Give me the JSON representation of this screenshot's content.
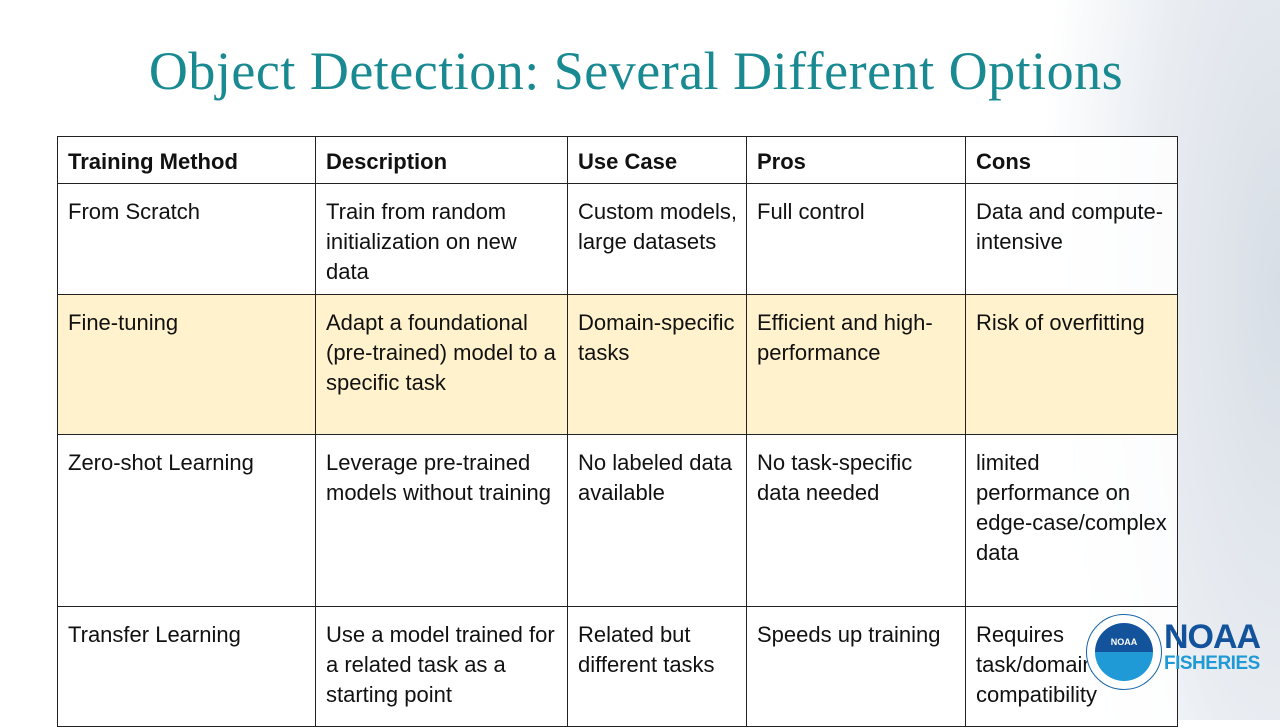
{
  "title": "Object Detection: Several Different Options",
  "table": {
    "headers": [
      "Training Method",
      "Description",
      "Use Case",
      "Pros",
      "Cons"
    ],
    "rows": [
      [
        "From Scratch",
        "Train from random initialization on new data",
        "Custom models, large datasets",
        "Full control",
        "Data and compute-intensive"
      ],
      [
        "Fine-tuning",
        "Adapt a foundational (pre-trained) model to a specific task",
        "Domain-specific tasks",
        "Efficient and high-performance",
        "Risk of overfitting"
      ],
      [
        "Zero-shot Learning",
        "Leverage pre-trained models without training",
        "No labeled data available",
        "No task-specific data needed",
        "limited performance on edge-case/complex data"
      ],
      [
        "Transfer Learning",
        "Use a model trained for a related task as a starting point",
        "Related but different tasks",
        "Speeds up training",
        "Requires task/domain compatibility"
      ]
    ]
  },
  "logo": {
    "seal_text": "NOAA",
    "name": "NOAA",
    "sub": "FISHERIES"
  }
}
